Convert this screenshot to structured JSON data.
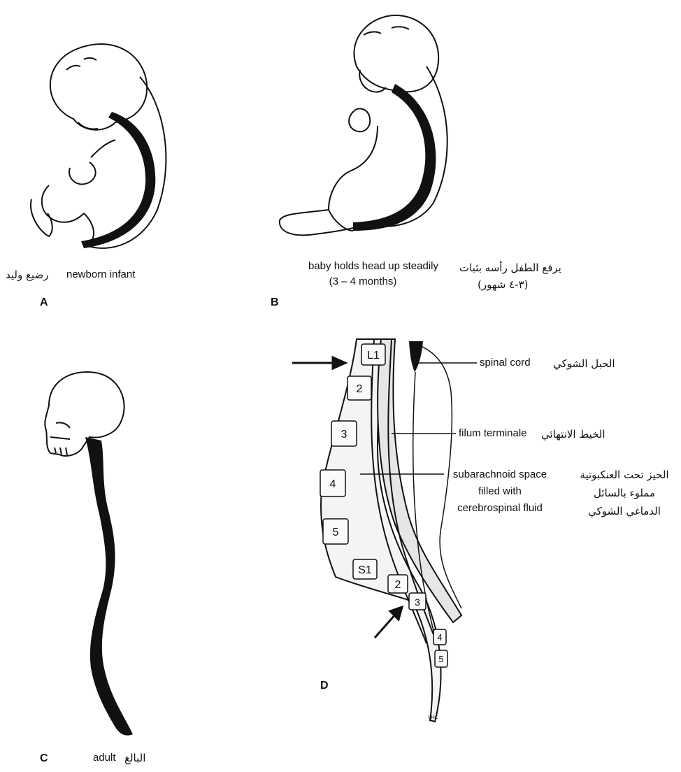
{
  "panels": {
    "a": {
      "letter": "A",
      "label_en": "newborn infant",
      "label_ar": "رضيع وليد"
    },
    "b": {
      "letter": "B",
      "label_en_line1": "baby holds head up steadily",
      "label_en_line2": "(3 – 4 months)",
      "label_ar_line1": "يرفع الطفل رأسه بثبات",
      "label_ar_line2": "(٣-٤ شهور)"
    },
    "c": {
      "letter": "C",
      "label_en": "adult",
      "label_ar": "البالغ"
    },
    "d": {
      "letter": "D",
      "vertebrae": [
        "L1",
        "2",
        "3",
        "4",
        "5",
        "S1",
        "2",
        "3",
        "4",
        "5"
      ],
      "signature": "VHC",
      "callouts": [
        {
          "en": "spinal cord",
          "ar": "الحبل الشوكي"
        },
        {
          "en": "filum terminale",
          "ar": "الخيط الانتهائي"
        },
        {
          "en_lines": [
            "subarachnoid space",
            "filled with",
            "cerebrospinal fluid"
          ],
          "ar_lines": [
            "الحيز تحت العنكبوتية",
            "مملوء بالسائل",
            "الدماغي الشوكي"
          ]
        }
      ]
    }
  }
}
